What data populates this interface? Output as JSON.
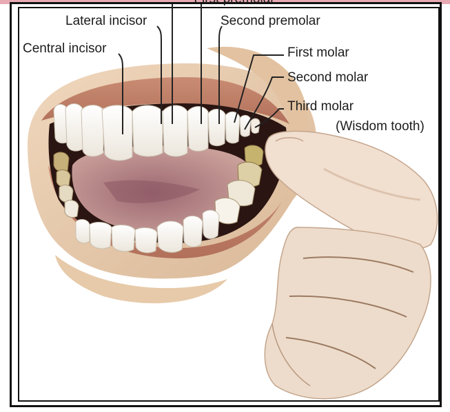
{
  "labels": {
    "top_partial": "First premolar",
    "lateral_incisor": "Lateral incisor",
    "second_premolar": "Second premolar",
    "central_incisor": "Central incisor",
    "first_molar": "First molar",
    "second_molar": "Second molar",
    "third_molar": "Third molar",
    "wisdom_tooth": "(Wisdom tooth)"
  }
}
